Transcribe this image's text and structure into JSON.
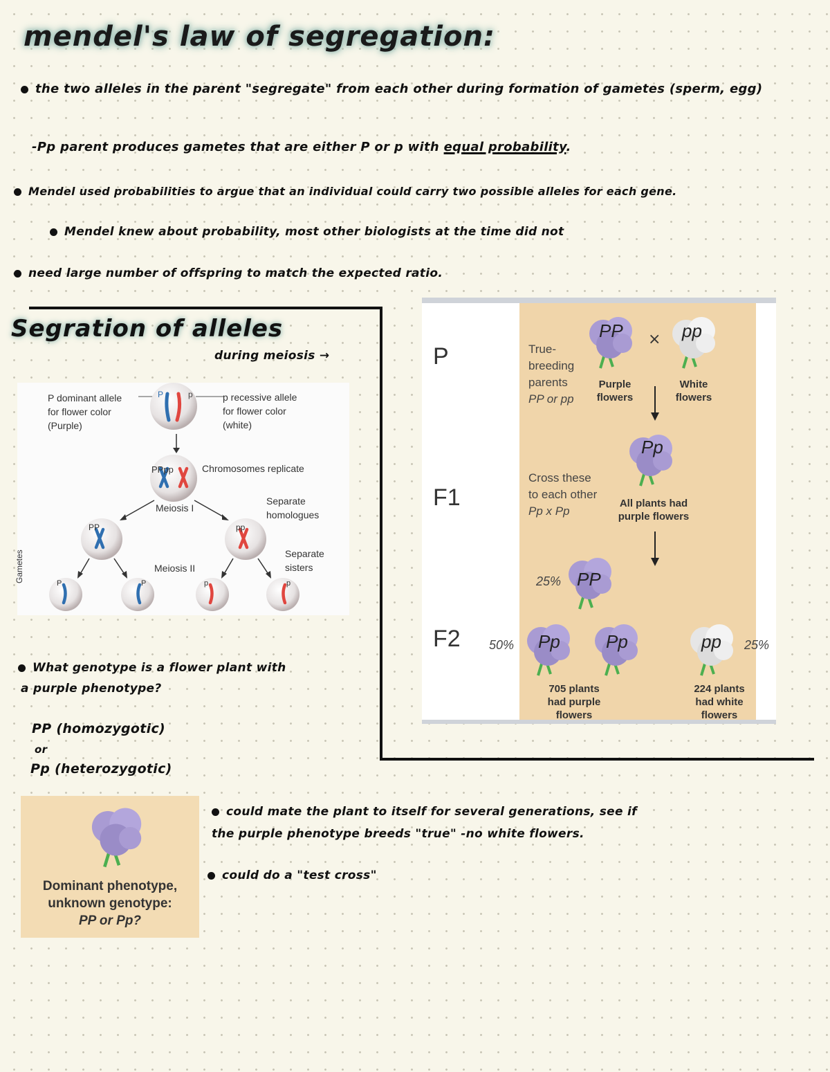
{
  "title": "mendel's law of segregation:",
  "notes": [
    "the two alleles in the parent \"segregate\" from each other during formation of gametes (sperm, egg)",
    "-Pp parent produces gametes that are either P or p with",
    "equal probability",
    ".",
    "Mendel used probabilities to argue that an individual could carry two possible alleles for each gene.",
    "Mendel knew about probability, most other biologists at the time did not",
    "need large number of offspring to match the expected ratio."
  ],
  "section": {
    "title": "Segration of alleles",
    "subtitle": "during meiosis →"
  },
  "meiosis_figure": {
    "p_dominant": "P dominant allele",
    "for_color_1": "for flower color",
    "purple": "(Purple)",
    "p_recessive": "p recessive allele",
    "for_color_2": "for flower color",
    "white": "(white)",
    "replicate": "Chromosomes replicate",
    "meiosis1": "Meiosis I",
    "separate_homologues_1": "Separate",
    "separate_homologues_2": "homologues",
    "meiosis2": "Meiosis II",
    "separate_sisters_1": "Separate",
    "separate_sisters_2": "sisters",
    "gametes": "Gametes",
    "top_cell_label_P": "P",
    "top_cell_label_p": "p",
    "replicated_label": "PPpp",
    "left_cell_label": "PP",
    "right_cell_label": "pp",
    "gamete_labels": [
      "P",
      "P",
      "p",
      "p"
    ]
  },
  "cross_figure": {
    "gen_P": "P",
    "gen_F1": "F1",
    "gen_F2": "F2",
    "true_breeding": [
      "True-",
      "breeding",
      "parents"
    ],
    "pp_or": "PP or pp",
    "PP": "PP",
    "pp": "pp",
    "times": "×",
    "purple_flowers": [
      "Purple",
      "flowers"
    ],
    "white_flowers": [
      "White",
      "flowers"
    ],
    "cross_these": [
      "Cross these",
      "to each other"
    ],
    "pp_x_pp": "Pp x Pp",
    "Pp": "Pp",
    "all_plants": [
      "All plants had",
      "purple flowers"
    ],
    "f2_pct_PP": "25%",
    "f2_PP": "PP",
    "f2_pct_Pp": "50%",
    "f2_Pp1": "Pp",
    "f2_Pp2": "Pp",
    "f2_pp": "pp",
    "f2_pct_pp": "25%",
    "purple_count": [
      "705 plants",
      "had purple",
      "flowers"
    ],
    "white_count": [
      "224 plants",
      "had white",
      "flowers"
    ]
  },
  "question": {
    "q": "What genotype is a flower plant with",
    "q2": "a purple phenotype?",
    "a1": "PP (homozygotic)",
    "or": "or",
    "a2": "Pp (heterozygotic)"
  },
  "dominant_box": {
    "line1": "Dominant phenotype,",
    "line2": "unknown genotype:",
    "line3": "PP or Pp?"
  },
  "final_notes": [
    "could mate the plant to itself for several generations, see if",
    "the purple phenotype breeds \"true\" -no white flowers.",
    "could do a \"test cross\""
  ],
  "colors": {
    "purple_flower": "#a99bd3",
    "white_flower": "#ececec",
    "tan_panel": "#f0d5aa",
    "highlight": "#9fc0b8",
    "blue_chromosome": "#2f6fb0",
    "red_chromosome": "#e0463f"
  }
}
